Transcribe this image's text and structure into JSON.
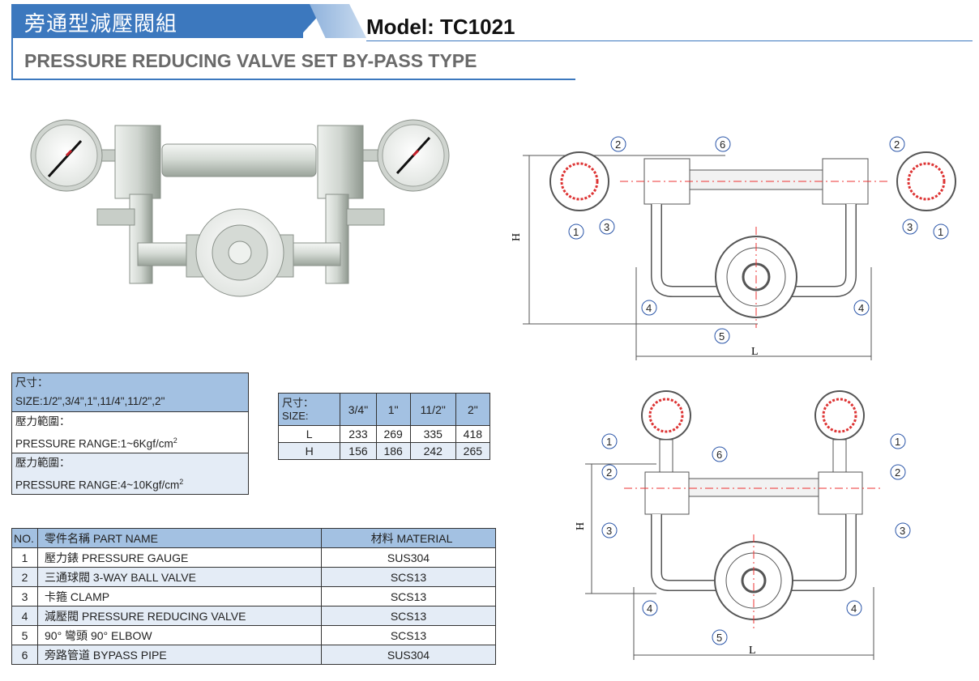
{
  "header": {
    "zh_title": "旁通型減壓閥組",
    "model": "Model: TC1021",
    "en_title": "PRESSURE REDUCING VALVE SET BY-PASS TYPE"
  },
  "spec": {
    "rows": [
      "尺寸：",
      "SIZE:1/2\",3/4\",1\",11/4\",11/2\",2\"",
      "壓力範圍：",
      "PRESSURE RANGE:1~6Kgf/cm",
      "壓力範圍：",
      "PRESSURE RANGE:4~10Kgf/cm"
    ],
    "sup": "2"
  },
  "dims": {
    "head_zh": "尺寸：",
    "head_en": "SIZE:",
    "sizes": [
      "3/4\"",
      "1\"",
      "11/2\"",
      "2\""
    ],
    "rows": [
      {
        "label": "L",
        "values": [
          "233",
          "269",
          "335",
          "418"
        ]
      },
      {
        "label": "H",
        "values": [
          "156",
          "186",
          "242",
          "265"
        ]
      }
    ]
  },
  "parts": {
    "headers": [
      "NO.",
      "零件名稱 PART NAME",
      "材料 MATERIAL"
    ],
    "rows": [
      {
        "no": "1",
        "name": "壓力錶  PRESSURE GAUGE",
        "material": "SUS304"
      },
      {
        "no": "2",
        "name": "三通球閥  3-WAY BALL VALVE",
        "material": "SCS13"
      },
      {
        "no": "3",
        "name": "卡箍  CLAMP",
        "material": "SCS13"
      },
      {
        "no": "4",
        "name": "減壓閥  PRESSURE REDUCING VALVE",
        "material": "SCS13"
      },
      {
        "no": "5",
        "name": "90°  彎頭  90° ELBOW",
        "material": "SCS13"
      },
      {
        "no": "6",
        "name": "旁路管道  BYPASS PIPE",
        "material": "SUS304"
      }
    ]
  },
  "drawing": {
    "dim_h": "H",
    "dim_l": "L",
    "callouts": [
      "1",
      "2",
      "3",
      "4",
      "5",
      "6"
    ]
  },
  "colors": {
    "accent": "#3c78be",
    "table_header": "#a3c1e2",
    "table_alt": "#e4ecf6",
    "callout": "#2a55a8"
  }
}
